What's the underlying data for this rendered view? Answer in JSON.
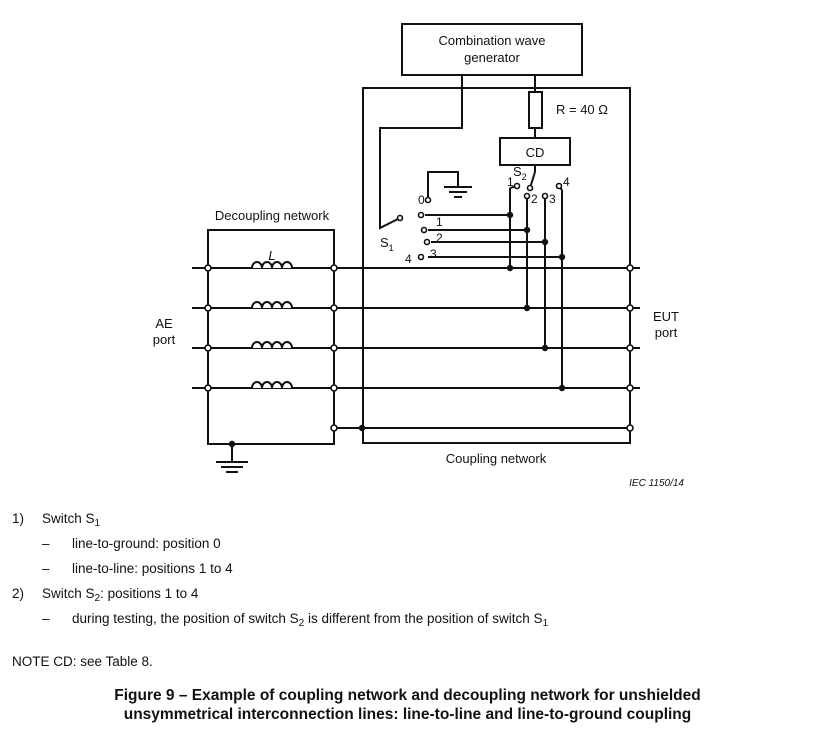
{
  "diagram": {
    "generator_line1": "Combination wave",
    "generator_line2": "generator",
    "resistor_label": "R = 40 Ω",
    "cd_label": "CD",
    "decoupling_label": "Decoupling network",
    "coupling_label": "Coupling network",
    "inductor_label": "L",
    "ae_port_line1": "AE",
    "ae_port_line2": "port",
    "eut_port_line1": "EUT",
    "eut_port_line2": "port",
    "s1_label": "S",
    "s1_sub": "1",
    "s2_label": "S",
    "s2_sub": "2",
    "s1_positions": [
      "0",
      "1",
      "2",
      "3",
      "4"
    ],
    "s2_positions": [
      "1",
      "2",
      "3",
      "4"
    ],
    "source_ref": "IEC 1150/14"
  },
  "notes": {
    "n1_num": "1)",
    "n1_text": "Switch S",
    "n1_sub": "1",
    "n1_a": "line-to-ground: position 0",
    "n1_b": "line-to-line: positions 1 to 4",
    "n2_num": "2)",
    "n2_text_a": "Switch S",
    "n2_sub": "2",
    "n2_text_b": ": positions 1 to 4",
    "n2_a_1": "during testing, the position of switch S",
    "n2_a_sub1": "2",
    "n2_a_2": " is different from the position of switch S",
    "n2_a_sub2": "1",
    "dash": "–",
    "note": "NOTE   CD: see Table 8."
  },
  "caption": {
    "line1": "Figure 9 – Example of coupling network and decoupling network for unshielded",
    "line2": "unsymmetrical interconnection lines: line-to-line and line-to-ground coupling"
  }
}
